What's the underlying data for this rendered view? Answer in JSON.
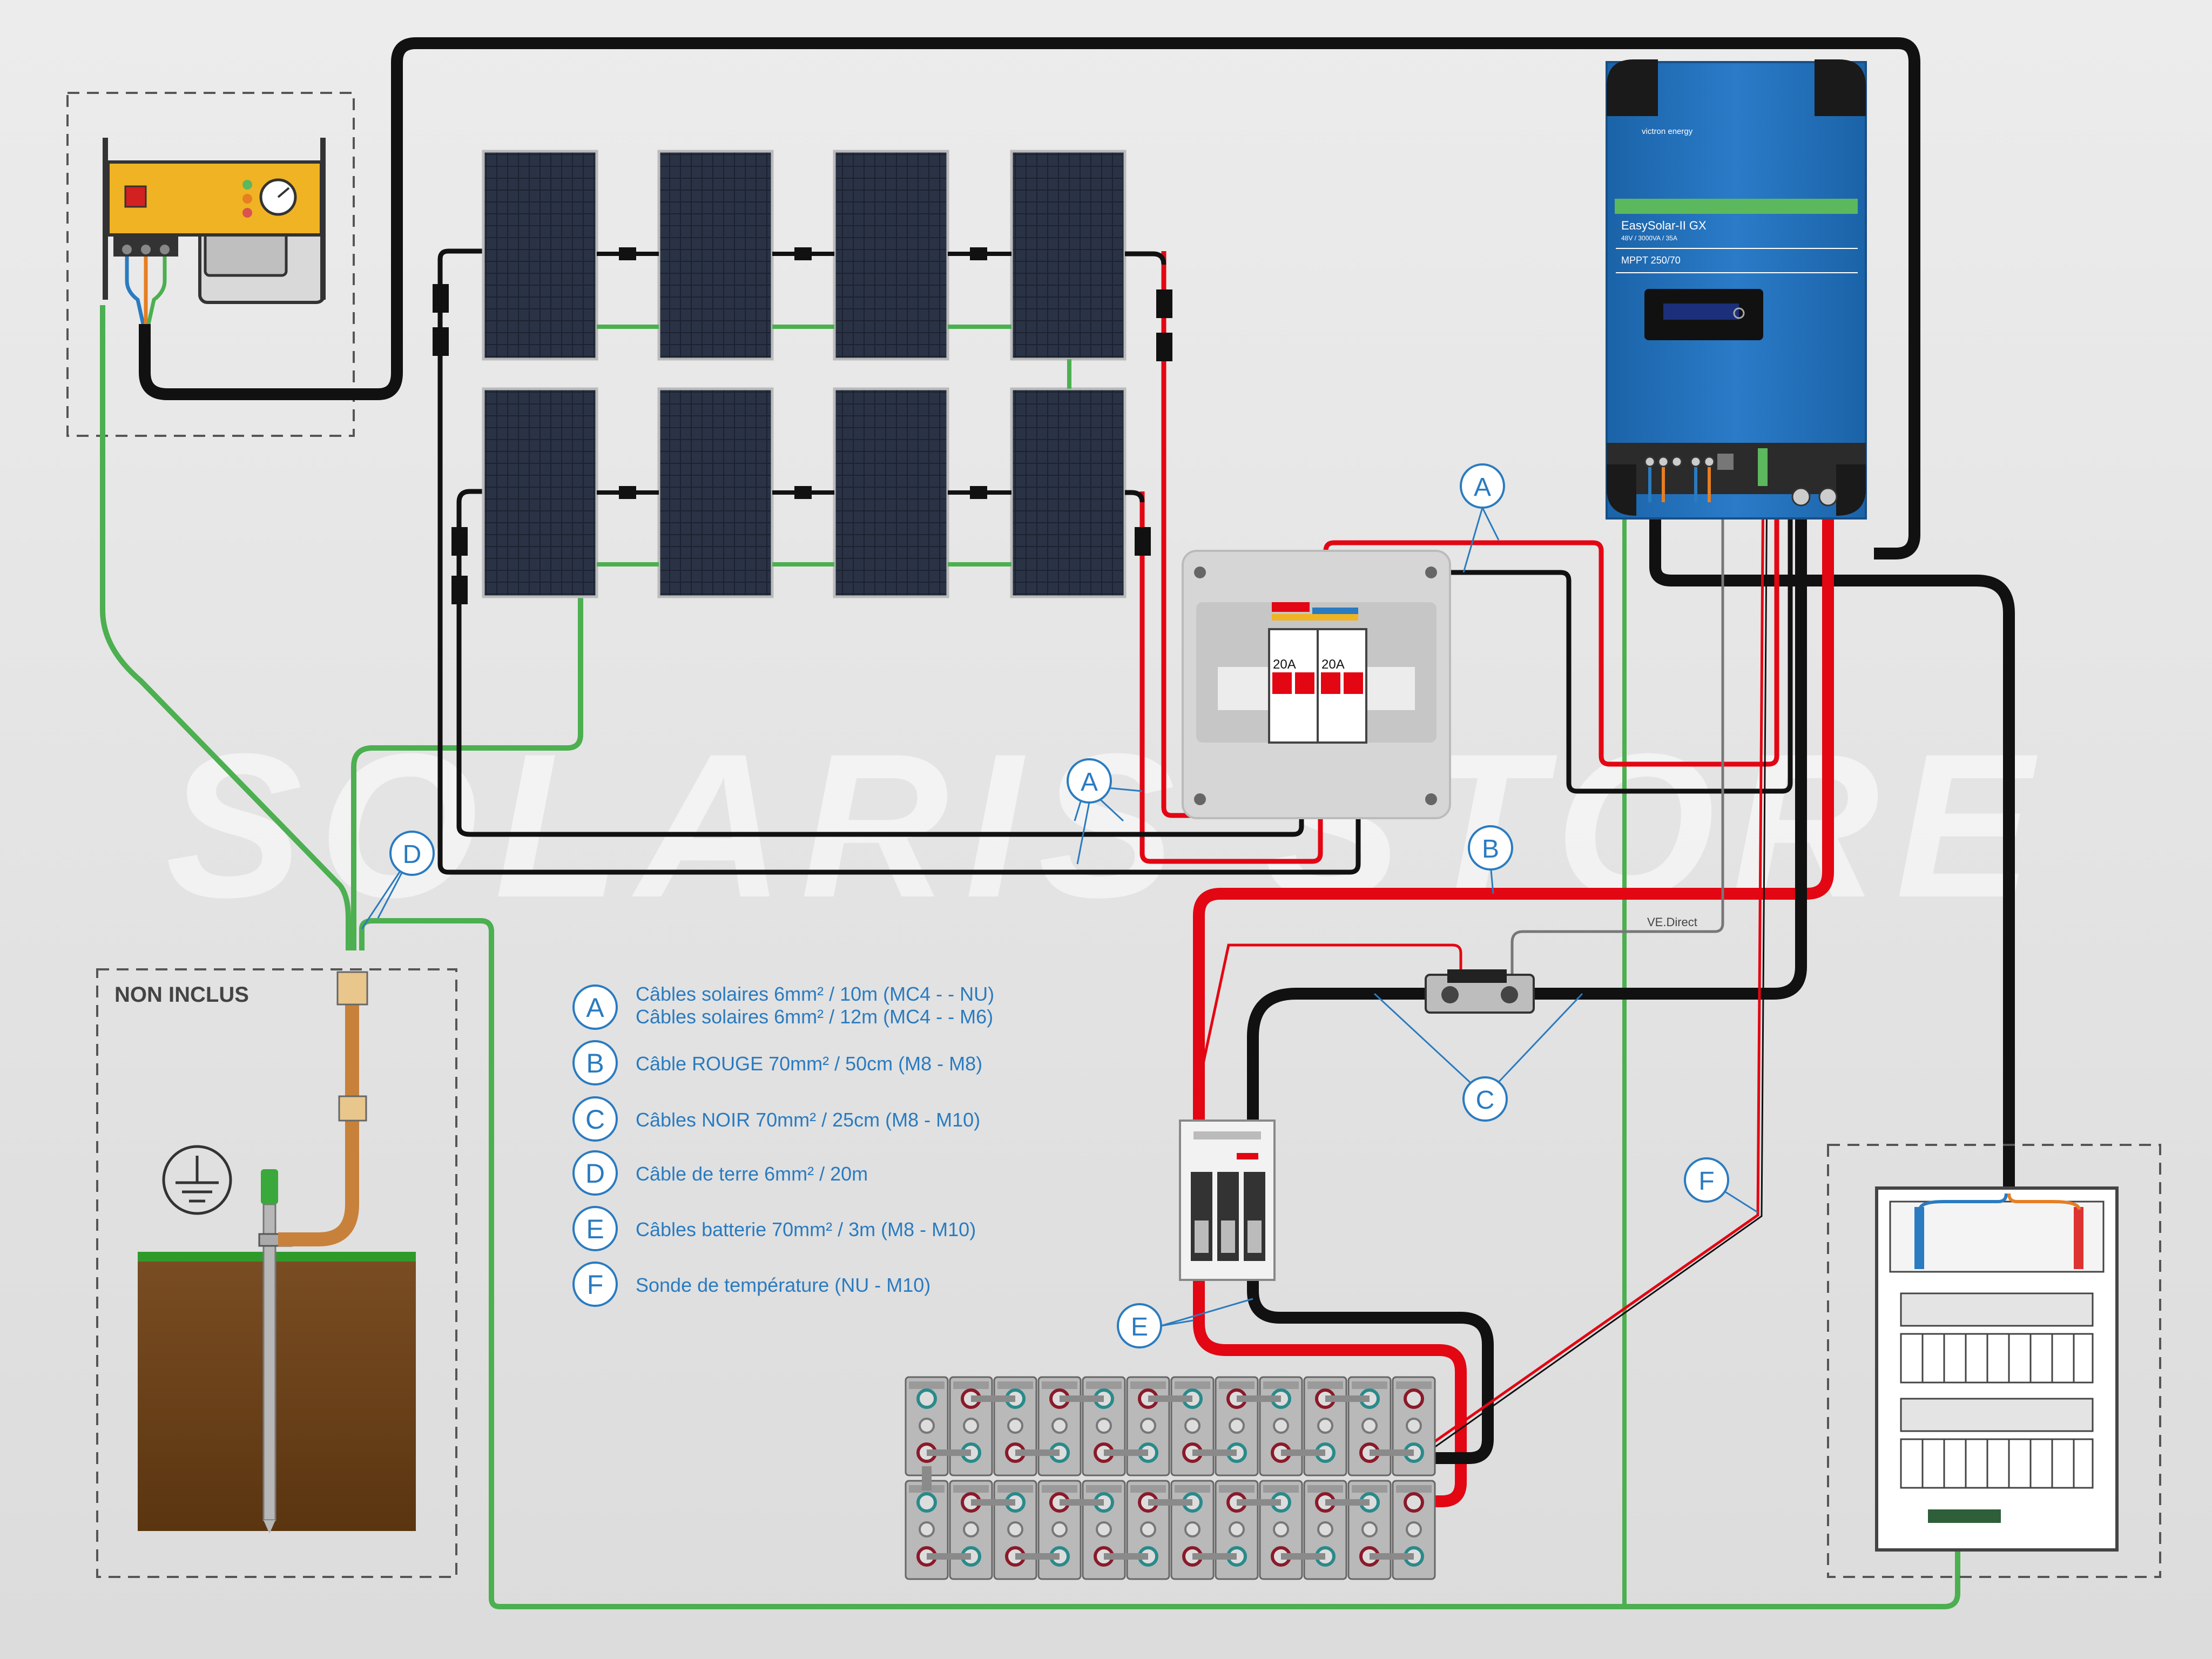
{
  "watermark": "SOLARIS STORE",
  "non_inclus_label": "NON INCLUS",
  "inverter": {
    "brand": "victron energy",
    "model": "EasySolar-II GX",
    "spec": "48V / 3000VA / 35A",
    "mppt": "MPPT 250/70"
  },
  "breakers": {
    "rating_left": "20A",
    "rating_right": "20A"
  },
  "vedirect_label": "VE.Direct",
  "callouts": {
    "a": "A",
    "b": "B",
    "c": "C",
    "d": "D",
    "e": "E",
    "f": "F"
  },
  "legend": [
    {
      "letter": "A",
      "lines": [
        "Câbles solaires 6mm² / 10m (MC4 - - NU)",
        "Câbles solaires 6mm² / 12m (MC4 - - M6)"
      ]
    },
    {
      "letter": "B",
      "lines": [
        "Câble ROUGE 70mm² / 50cm (M8 - M8)"
      ]
    },
    {
      "letter": "C",
      "lines": [
        "Câbles NOIR 70mm² / 25cm (M8 - M10)"
      ]
    },
    {
      "letter": "D",
      "lines": [
        "Câble de terre 6mm² / 20m"
      ]
    },
    {
      "letter": "E",
      "lines": [
        "Câbles batterie 70mm² / 3m (M8 - M10)"
      ]
    },
    {
      "letter": "F",
      "lines": [
        "Sonde de température (NU - M10)"
      ]
    }
  ],
  "colors": {
    "accent_blue": "#2a7bc0",
    "cable_red": "#e30613",
    "cable_black": "#111111",
    "earth_green": "#4caf50",
    "inverter_blue": "#1f6fb8",
    "generator_yellow": "#f0b323"
  }
}
